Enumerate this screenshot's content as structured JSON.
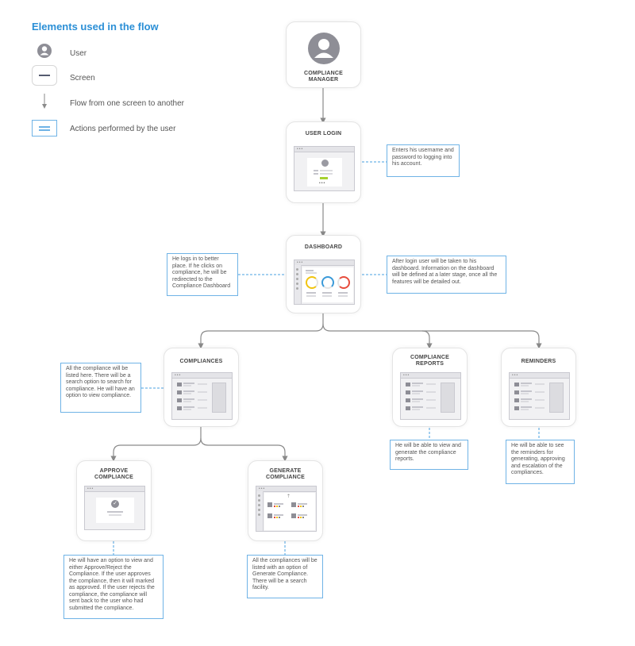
{
  "legend": {
    "title": "Elements used in the flow",
    "items": [
      {
        "icon": "user-icon",
        "label": "User"
      },
      {
        "icon": "screen-line-icon",
        "label": "Screen"
      },
      {
        "icon": "down-arrow-icon",
        "label": "Flow from one screen to another"
      },
      {
        "icon": "action-box-icon",
        "label": "Actions performed by the user"
      }
    ]
  },
  "nodes": {
    "manager": {
      "line1": "COMPLIANCE",
      "line2": "MANAGER"
    },
    "login": {
      "title": "USER LOGIN"
    },
    "dashboard": {
      "title": "DASHBOARD"
    },
    "compliances": {
      "title": "COMPLIANCES"
    },
    "reports": {
      "line1": "COMPLIANCE",
      "line2": "REPORTS"
    },
    "reminders": {
      "title": "REMINDERS"
    },
    "approve": {
      "line1": "APPROVE",
      "line2": "COMPLIANCE"
    },
    "generate": {
      "line1": "GENERATE",
      "line2": "COMPLIANCE"
    }
  },
  "notes": {
    "login": "Enters his username and password to logging into his account.",
    "dashboard_left": "He logs in to better place. If he clicks on compliance, he will be redirected to the Compliance Dashboard",
    "dashboard_right": "After login user will be taken to his dashboard. Information on the dashboard will be defined at a later stage, once all the features will be detailed out.",
    "compliances": "All the compliance will be listed here. There will be a search option to search for compliance. He will have an option to view compliance.",
    "reports": "He will be able to view and generate the compliance reports.",
    "reminders": "He will be able to see the reminders for generating, approving and escalation of the compliances.",
    "approve": "He will have an option to view and either Approve/Reject the Compliance. If the user approves the compliance, then it will marked as approved. If the user rejects the compliance, the compliance will sent back to the user who had submitted the compliance.",
    "generate": "All the compliances will be listed with an option of Generate Compliance. There will be a search facility."
  },
  "colors": {
    "accent": "#2b8fd6",
    "note_border": "#6fb3e6",
    "dash": "#4aa0e0",
    "flow": "#8a8a8a",
    "dial_yellow": "#f1c40f",
    "dial_blue": "#3b9ad9",
    "dial_red": "#e74c3c",
    "login_green": "#a6d130"
  }
}
